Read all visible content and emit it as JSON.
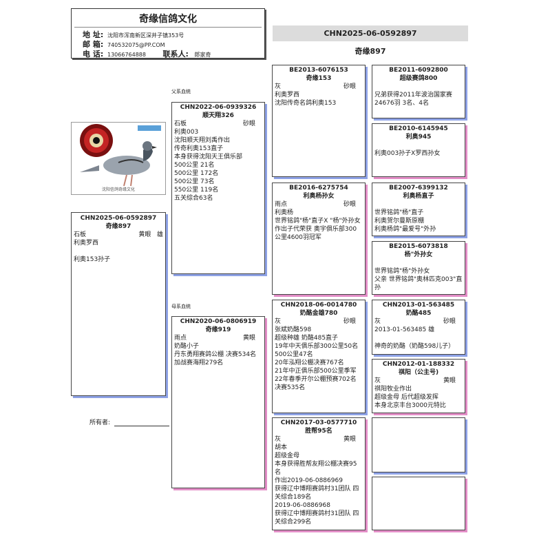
{
  "header": {
    "title": "奇缘信鸽文化",
    "address_label": "地 址:",
    "address": "沈阳市浑南新区深井子镇353号",
    "email_label": "邮 箱:",
    "email": "740532075@PP.COM",
    "phone_label": "电 话:",
    "phone": "13066764888",
    "contact_label": "联系人:",
    "contact": "郎家奇"
  },
  "subject": {
    "ring": "CHN2025-06-0592897",
    "name": "奇缘897"
  },
  "sections": {
    "sire": "父系血统",
    "dam": "母系血统"
  },
  "owner_label": "所有者:",
  "photo_caption": "沈阳信鸽奇缘文化",
  "main": {
    "ring": "CHN2025-06-0592897",
    "name": "奇缘897",
    "color": "石板",
    "eye": "黄眼",
    "sex": "雄",
    "lines": [
      "利奥罗西",
      "",
      "利奥153孙子"
    ]
  },
  "sire": {
    "ring": "CHN2022-06-0939326",
    "name": "顺天翔326",
    "color": "石板",
    "eye": "砂眼",
    "lines": [
      "利奥003",
      "沈阳顺天翔刘禹作出",
      "传奇利奥153直子",
      "本身获得沈阳天王俱乐部",
      "500公里 21名",
      "500公里 172名",
      "500公里 73名",
      "550公里 119名",
      "五关综合63名"
    ]
  },
  "dam": {
    "ring": "CHN2020-06-0806919",
    "name": "奇缘919",
    "color": "雨点",
    "eye": "黄眼",
    "lines": [
      "奶酪小子",
      "丹东勇翔赛鸽公棚 决赛534名",
      "加战赛海翔279名"
    ]
  },
  "ss": {
    "ring": "BE2013-6076153",
    "name": "奇缘153",
    "color": "灰",
    "eye": "砂眼",
    "lines": [
      "利奥罗西",
      "沈阳传奇名鸽利奥153"
    ]
  },
  "sd": {
    "ring": "BE2016-6275754",
    "name": "利奥杨孙女",
    "color": "雨点",
    "eye": "砂眼",
    "lines": [
      "利奥杨",
      "世界铭鸽\"杨\"直子X \"杨\"外孙女",
      "作出子代荣获 奥宇俱乐部300",
      "公里4600羽冠军"
    ]
  },
  "ds": {
    "ring": "CHN2018-06-0014780",
    "name": "奶酪金雄780",
    "color": "灰",
    "eye": "砂眼",
    "lines": [
      "张斌奶酪598",
      "超级种雄 奶酪485直子",
      "19年中天俱乐部300公里50名",
      "500公里47名",
      "20年泓翔公棚决赛767名",
      "21年中正俱乐部500公里季军",
      "22年春季开尔公棚预赛702名",
      "决赛535名"
    ]
  },
  "dd": {
    "ring": "CHN2017-03-0577710",
    "name": "胜帮95名",
    "color": "灰",
    "eye": "黄眼",
    "lines": [
      "胡本",
      "超级金母",
      "本身获得胜帮友翔公棚决赛95",
      "名",
      "作出2019-06-0886969",
      "获得辽中博翔赛鸽村31团队 四",
      "关综合189名",
      "2019-06-0886968",
      "获得辽中博翔赛鸽村31团队 四",
      "关综合299名"
    ]
  },
  "sss": {
    "ring": "BE2011-6092800",
    "name": "超级赛鸽800",
    "lines": [
      "",
      "兄弟获得2011年波治国家赛",
      "24676羽 3名、4名"
    ]
  },
  "ssd": {
    "ring": "BE2010-6145945",
    "name": "利奥945",
    "lines": [
      "",
      "利奥003孙子X罗西孙女"
    ]
  },
  "sds": {
    "ring": "BE2007-6399132",
    "name": "利奥杨直子",
    "lines": [
      "",
      "世界铭鸽\"杨\"直子",
      "利奥贺尔曼斯原棚",
      "利奥杨鸽\"最爱号\"外孙"
    ]
  },
  "sdd": {
    "ring": "BE2015-6073818",
    "name": "杨\"外孙女",
    "lines": [
      "",
      "世界铭鸽\"杨\"外孙女",
      "父亲 世界铭鸽\"奥林匹克003\"直",
      "孙"
    ]
  },
  "dss": {
    "ring": "CHN2013-01-563485",
    "name": "奶酪485",
    "color": "灰",
    "eye": "砂眼",
    "lines": [
      "2013-01-563485 雄",
      "",
      "神奇的奶酪（奶酪598儿子）"
    ]
  },
  "dsd": {
    "ring": "CHN2012-01-188332",
    "name": "祺阳（公主号)",
    "color": "灰",
    "eye": "黄眼",
    "lines": [
      "祺阳牧业作出",
      "超级金母  后代超级发挥",
      "本身北京丰台3000元特比"
    ]
  }
}
